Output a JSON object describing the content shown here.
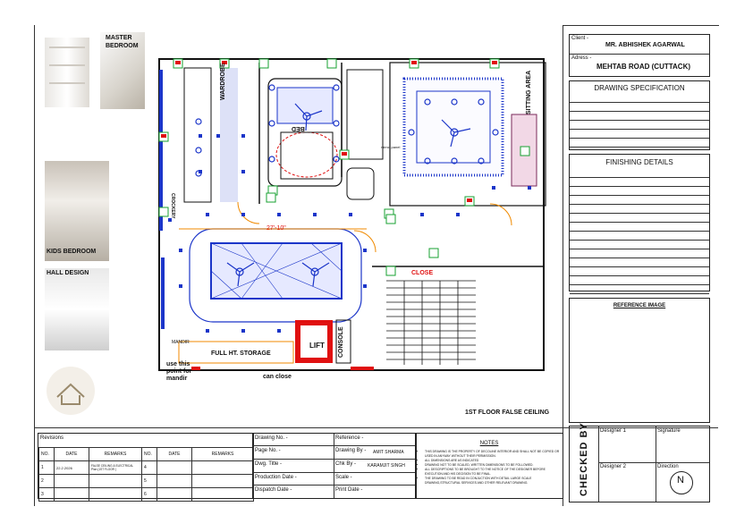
{
  "thumbnails": [
    {
      "label": "MASTER BEDROOM"
    },
    {
      "label": "KIDS BEDROOM"
    },
    {
      "label": "HALL DESIGN"
    }
  ],
  "plan": {
    "title": "1ST FLOOR FALSE CEILING",
    "rooms": {
      "wardrobe": "WARDROBE",
      "bed": "BED",
      "sitting_area": "SITTING AREA",
      "full_ht_storage": "FULL HT. STORAGE",
      "lift": "LIFT",
      "console": "CONSOLE",
      "mandir": "MANDIR",
      "crockery": "CROCKERY",
      "close": "CLOSE"
    },
    "notes": {
      "mandir_light": "use this point for mandir",
      "dimension": "27'-10\"",
      "can_close": "can close",
      "mirror_panel": "mirror panel"
    }
  },
  "client_panel": {
    "client_label": "Client -",
    "client_name": "MR. ABHISHEK AGARWAL",
    "address_label": "Adress -",
    "address": "MEHTAB ROAD (CUTTACK)",
    "drawing_spec": "DRAWING SPECIFICATION",
    "finishing": "FINISHING DETAILS",
    "reference_image": "REFERENCE IMAGE"
  },
  "revisions": {
    "title": "Revisions",
    "headers": [
      "NO.",
      "DATE",
      "REMARKS",
      "NO.",
      "DATE",
      "REMARKS"
    ],
    "rows": [
      {
        "no": "1",
        "date": "22.2.2026",
        "remarks": "FALSE CEILING & ELECTRICAL Plan (1ST FLOOR )",
        "no2": "4"
      },
      {
        "no": "2",
        "date": "",
        "remarks": "",
        "no2": "5"
      },
      {
        "no": "3",
        "date": "",
        "remarks": "",
        "no2": "6"
      }
    ]
  },
  "drawing_info": {
    "drawing_no": "Drawing No. -",
    "page_no": "Page No. -",
    "dwg_title": "Dwg. Title -",
    "production_date": "Production Date -",
    "dispatch_date": "Dispatch Date -",
    "reference": "Reference -",
    "drawing_by_label": "Drawing By -",
    "drawing_by": "AMIT SHARMA",
    "chk_by_label": "Chk By -",
    "chk_by": "KARAMJIT SINGH",
    "scale": "Scale -",
    "print_date": "Print Date -"
  },
  "notes": {
    "title": "NOTES",
    "items": [
      "THIS DRAWING IS THE PROPERTY OF DECOLINE INTERIOR AND SHALL NOT BE COPIED OR USED IN ANYWAY WITHOUT THEIR PERMISSION.",
      "ALL DIMENSIONS ARE AS INDICATED",
      "DRAWING NOT TO BE SCALED, WRITTEN DIMENSIONS TO BE FOLLOWED.",
      "ALL DESCRIPTIONS TO BE BROUGHT TO THE NOTICE OF THE DESIGNER BEFORE EXECUTION AND HIS DECISION TO BE FINAL.",
      "THE DRAWING TO BE READ IN CONJUCTION WITH DETAIL LARGE SCALE DRAWING,STRUCTURAL SERVICES AND OTHER RELEVANT DRAWING."
    ]
  },
  "checked": {
    "checked_by": "CHECKED BY",
    "designer1": "Designer 1",
    "designer2": "Designer 2",
    "signature": "Signature",
    "direction": "Direction",
    "north": "N"
  },
  "colors": {
    "blue": "#1b35c9",
    "red": "#e01010",
    "orange": "#f08a00",
    "green": "#17a030"
  }
}
